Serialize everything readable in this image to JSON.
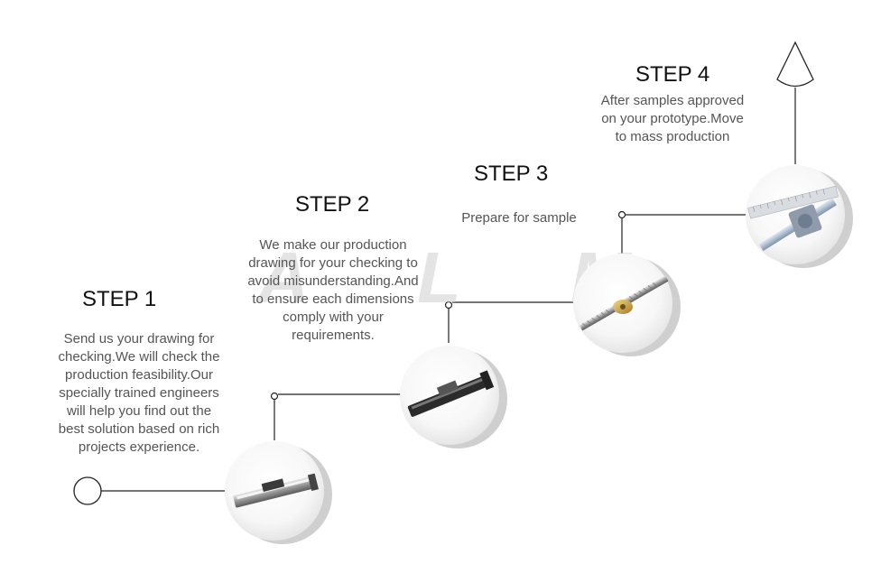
{
  "watermark": {
    "letter1": "A",
    "letter2": "L",
    "letter3": "M"
  },
  "steps": [
    {
      "title": "STEP 1",
      "desc_lines": [
        "Send us your drawing for",
        "checking.We will check the",
        "production feasibility.Our",
        "specially trained engineers",
        "will help you find out the",
        "best solution based on rich",
        "projects experience."
      ],
      "product": "linear-module-photo"
    },
    {
      "title": "STEP 2",
      "desc_lines": [
        "We make our production",
        "drawing for your checking to",
        "avoid misunderstanding.And",
        "to ensure each dimensions",
        "comply with your",
        "requirements."
      ],
      "product": "linear-actuator-photo"
    },
    {
      "title": "STEP 3",
      "desc_lines": [
        "Prepare for sample"
      ],
      "product": "lead-screw-photo"
    },
    {
      "title": "STEP 4",
      "desc_lines": [
        "After samples approved",
        "on your prototype.Move",
        "to mass production"
      ],
      "product": "ball-screw-photo"
    }
  ],
  "colors": {
    "line": "#222222",
    "disc_shadow": "#cfcfcf",
    "text": "#555555",
    "title": "#111111"
  }
}
